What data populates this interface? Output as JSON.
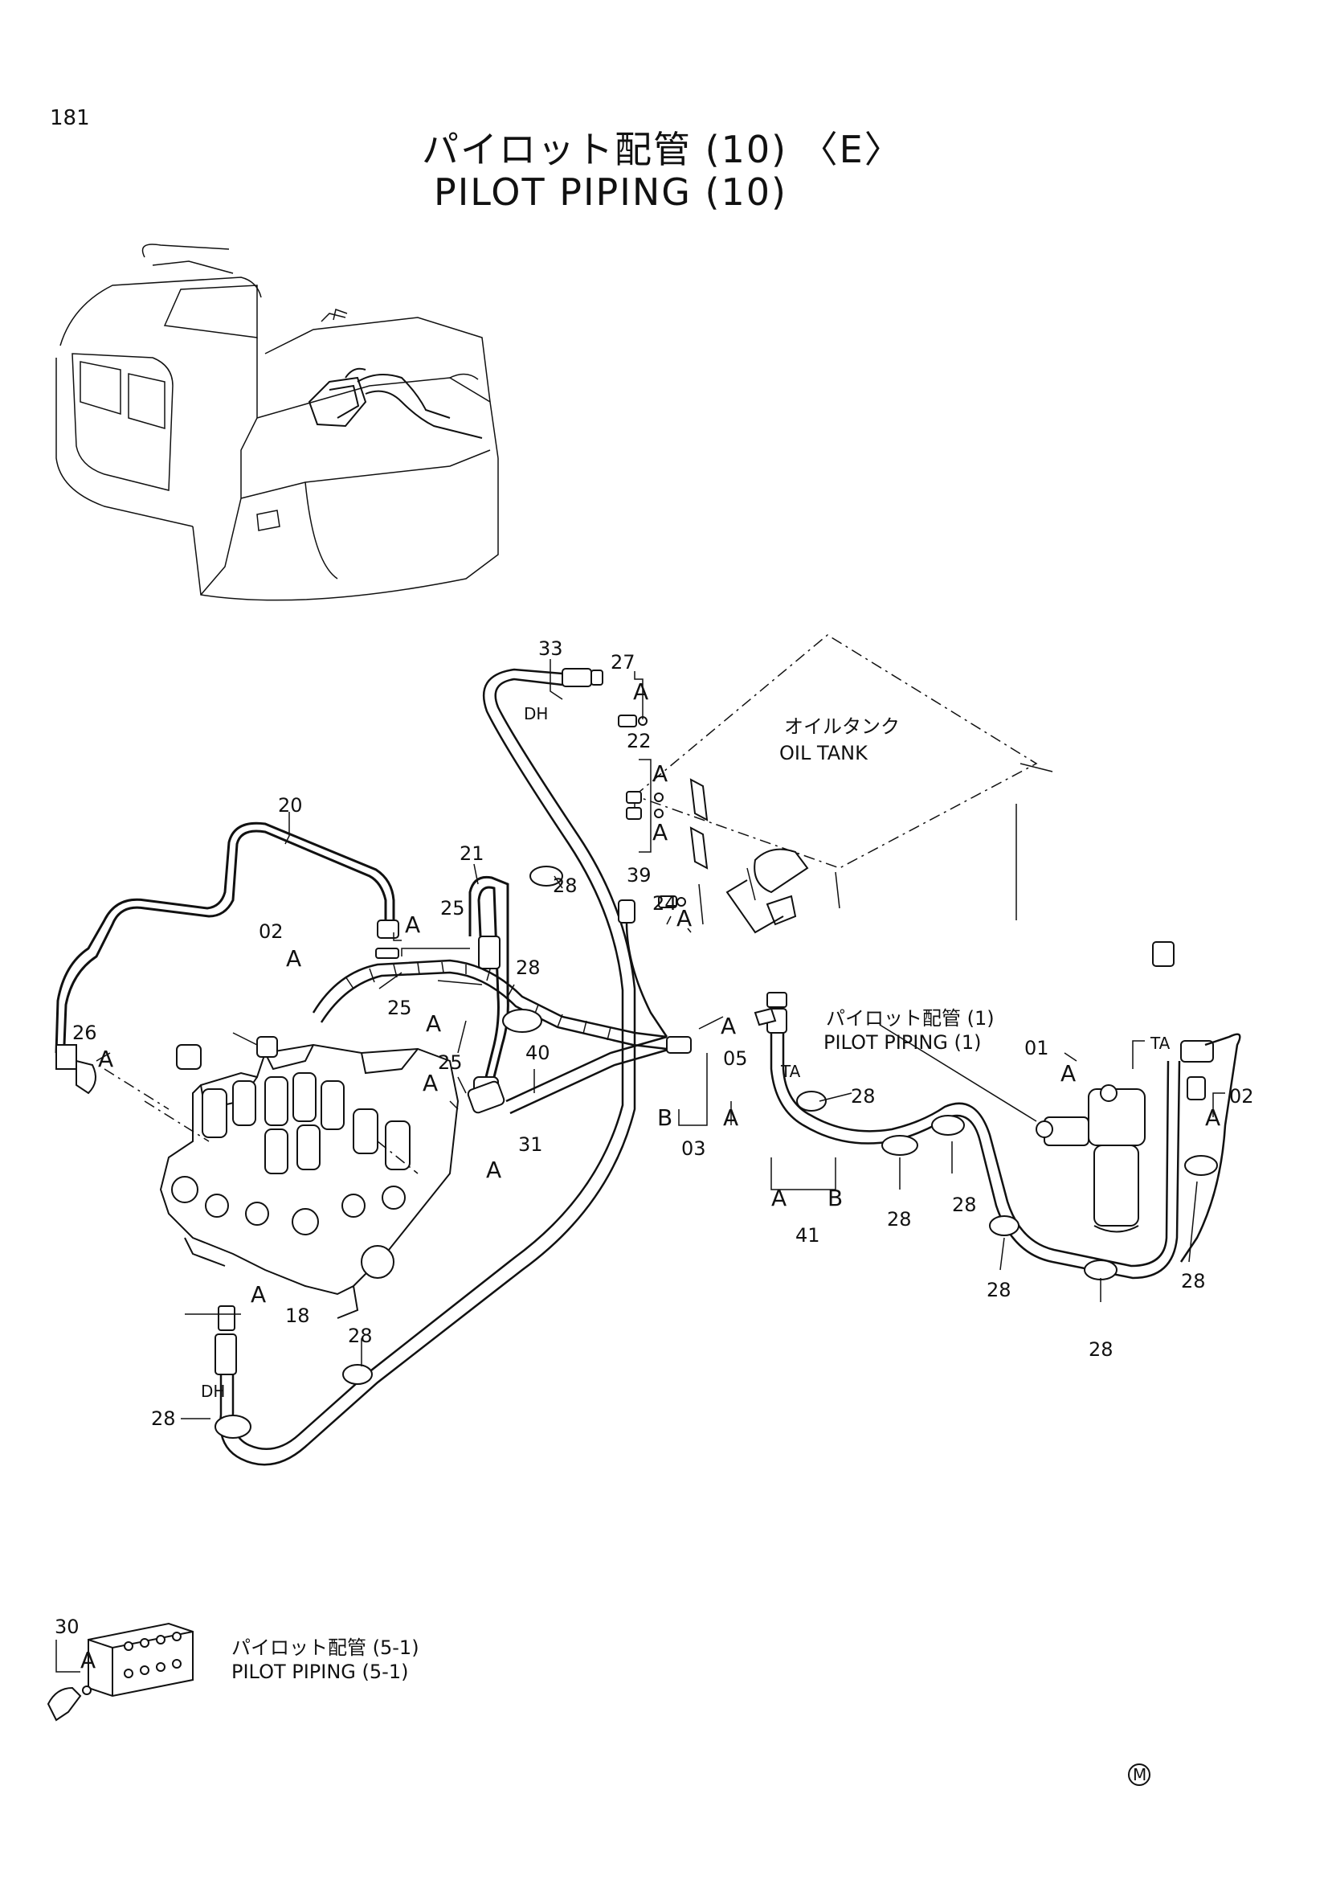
{
  "page_number": "181",
  "title": {
    "jp": "パイロット配管 (10) 〈E〉",
    "en": "PILOT PIPING (10)"
  },
  "oil_tank": {
    "jp": "オイルタンク",
    "en": "OIL TANK"
  },
  "ref_pilot_1": {
    "jp": "パイロット配管 (1)",
    "en": "PILOT PIPING (1)"
  },
  "ref_pilot_5_1": {
    "jp": "パイロット配管 (5-1)",
    "en": "PILOT PIPING (5-1)"
  },
  "port_labels": {
    "dh": "DH",
    "ta": "TA",
    "a": "A",
    "b": "B"
  },
  "part_numbers": {
    "p01": "01",
    "p02": "02",
    "p03": "03",
    "p05": "05",
    "p18": "18",
    "p20": "20",
    "p21": "21",
    "p22": "22",
    "p24": "24",
    "p25": "25",
    "p26": "26",
    "p27": "27",
    "p28": "28",
    "p30": "30",
    "p31": "31",
    "p33": "33",
    "p39": "39",
    "p40": "40",
    "p41": "41"
  },
  "mark": "M"
}
